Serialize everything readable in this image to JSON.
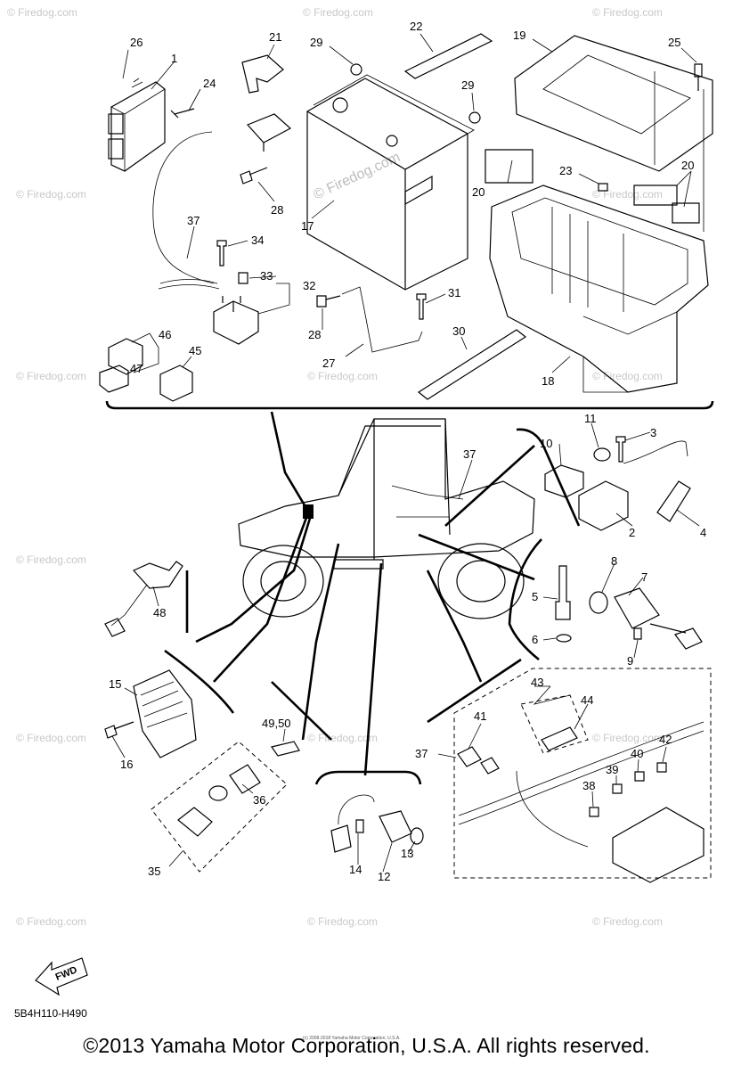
{
  "diagram_code": "5B4H110-H490",
  "copyright": "©2013 Yamaha Motor Corporation, U.S.A. All rights reserved.",
  "fine_print": "(c) 2008-2018 Yamaha Motor Corporation, U.S.A.",
  "watermark": "© Firedog.com",
  "fwd_label": "FWD",
  "callouts": {
    "c26": "26",
    "c1": "1",
    "c24": "24",
    "c21": "21",
    "c29a": "29",
    "c22": "22",
    "c19": "19",
    "c25": "25",
    "c29b": "29",
    "c23": "23",
    "c20a": "20",
    "c20b": "20",
    "c28a": "28",
    "c17": "17",
    "c37a": "37",
    "c34": "34",
    "c33": "33",
    "c32": "32",
    "c31": "31",
    "c28b": "28",
    "c46": "46",
    "c47": "47",
    "c45": "45",
    "c30": "30",
    "c27": "27",
    "c18": "18",
    "c11": "11",
    "c3": "3",
    "c10": "10",
    "c37b": "37",
    "c2": "2",
    "c4": "4",
    "c8": "8",
    "c7": "7",
    "c5": "5",
    "c6": "6",
    "c9": "9",
    "c48": "48",
    "c15": "15",
    "c16": "16",
    "c4950": "49,50",
    "c43": "43",
    "c44": "44",
    "c41": "41",
    "c42": "42",
    "c37c": "37",
    "c40": "40",
    "c39": "39",
    "c38": "38",
    "c36": "36",
    "c35": "35",
    "c13": "13",
    "c14": "14",
    "c12": "12"
  }
}
